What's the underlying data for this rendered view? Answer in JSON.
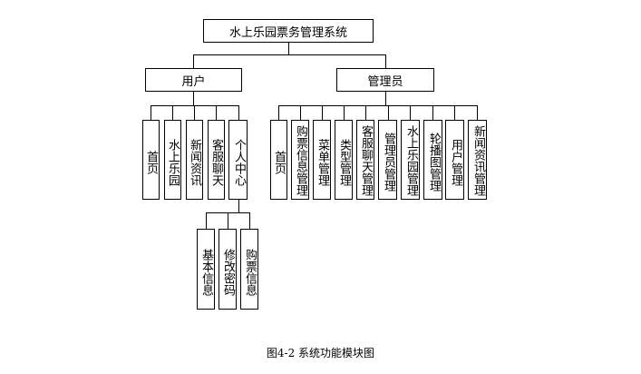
{
  "root": "水上乐园票务管理系统",
  "user": {
    "label": "用户",
    "children": [
      "首页",
      "水上乐园",
      "新闻资讯",
      "客服聊天",
      "个人中心"
    ],
    "personal_center_children": [
      "基本信息",
      "修改密码",
      "购票信息"
    ]
  },
  "admin": {
    "label": "管理员",
    "children": [
      "首页",
      "购票信息管理",
      "菜单管理",
      "类型管理",
      "客服聊天管理",
      "管理员管理",
      "水上乐园管理",
      "轮播图管理",
      "用户管理",
      "新闻资讯管理"
    ]
  },
  "caption": "图4-2  系统功能模块图"
}
